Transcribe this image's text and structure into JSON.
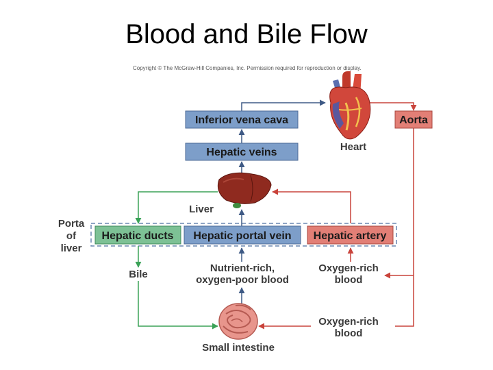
{
  "title": "Blood and Bile Flow",
  "copyright": "Copyright © The McGraw-Hill Companies, Inc. Permission required for reproduction or display.",
  "boxes": {
    "inferior_vena_cava": "Inferior vena cava",
    "hepatic_veins": "Hepatic veins",
    "aorta": "Aorta",
    "hepatic_ducts": "Hepatic ducts",
    "hepatic_portal_vein": "Hepatic portal vein",
    "hepatic_artery": "Hepatic artery"
  },
  "labels": {
    "heart": "Heart",
    "liver": "Liver",
    "porta": "Porta",
    "of": "of",
    "liver_small": "liver",
    "bile": "Bile",
    "nutrient_line1": "Nutrient-rich,",
    "nutrient_line2": "oxygen-poor blood",
    "oxygen_rich_1_line1": "Oxygen-rich",
    "oxygen_rich_1_line2": "blood",
    "oxygen_rich_2_line1": "Oxygen-rich",
    "oxygen_rich_2_line2": "blood",
    "small_intestine": "Small intestine"
  },
  "colors": {
    "blue_box": "#7d9ec9",
    "green_box": "#7dc195",
    "red_box": "#e27f76",
    "blue_line": "#3e5a85",
    "green_line": "#3aa257",
    "red_line": "#c9433b"
  }
}
